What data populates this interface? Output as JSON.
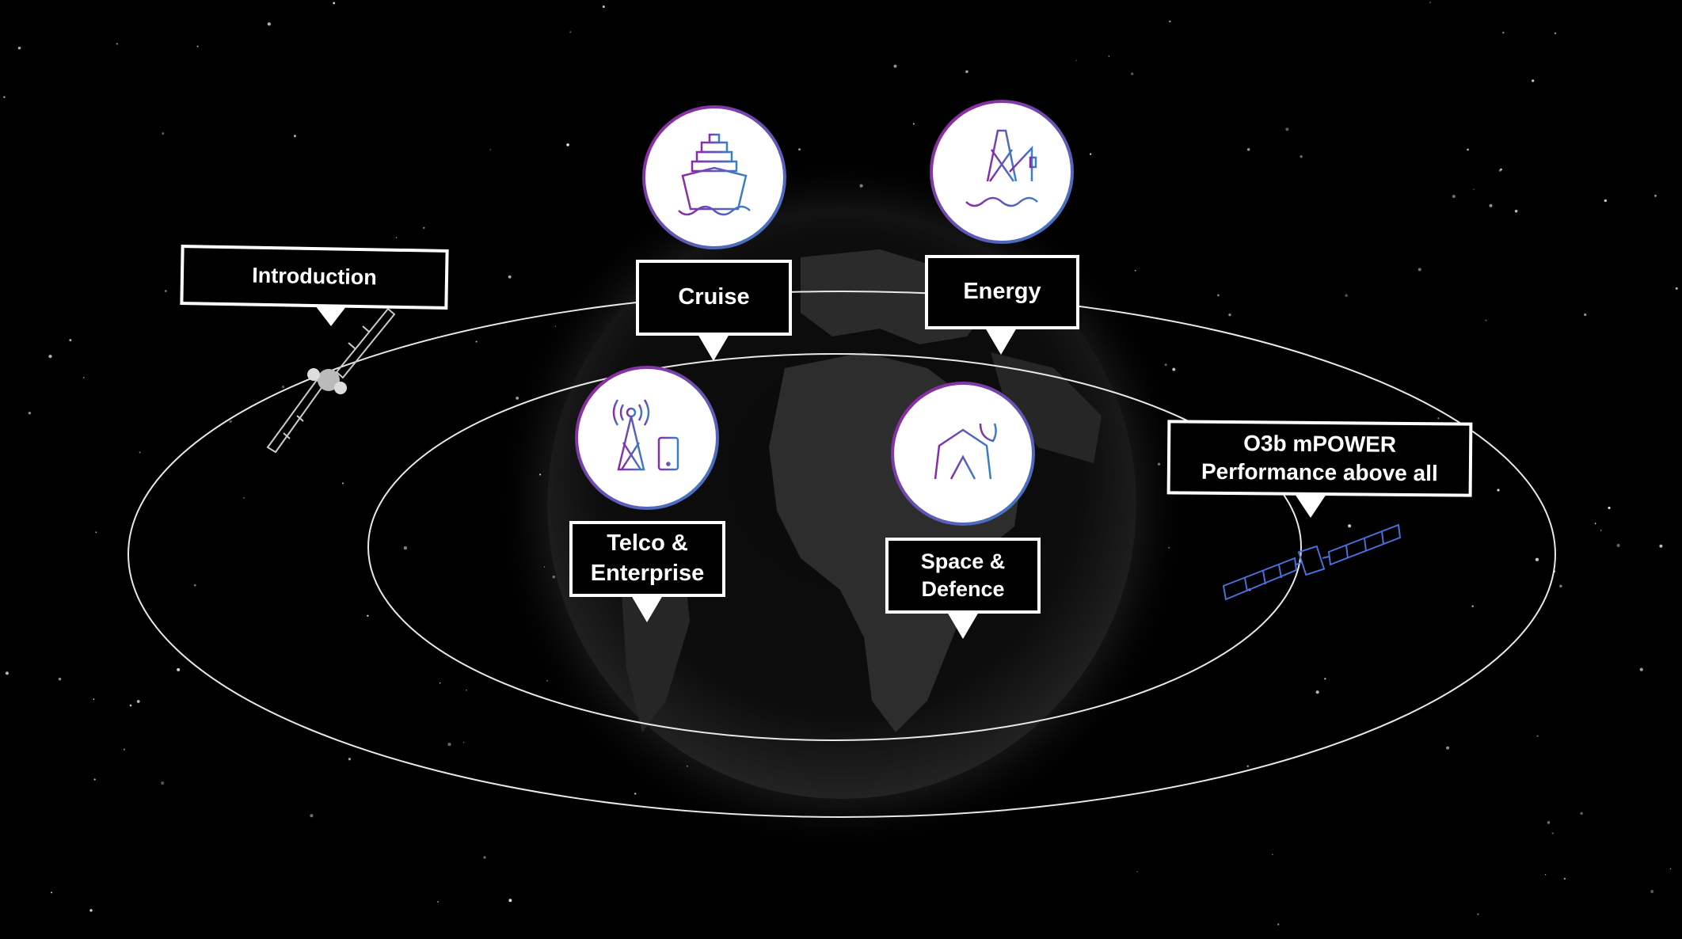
{
  "nodes": {
    "introduction": {
      "label": "Introduction"
    },
    "cruise": {
      "label": "Cruise",
      "icon": "cruise-ship-icon"
    },
    "energy": {
      "label": "Energy",
      "icon": "oil-rig-icon"
    },
    "telco": {
      "label_line1": "Telco &",
      "label_line2": "Enterprise",
      "icon": "cell-tower-phone-icon"
    },
    "space": {
      "label_line1": "Space &",
      "label_line2": "Defence",
      "icon": "field-tent-satellite-dish-icon"
    },
    "o3b": {
      "label_line1": "O3b mPOWER",
      "label_line2": "Performance above all"
    }
  },
  "colors": {
    "background": "#000000",
    "icon_gradient_start": "#9a1f9a",
    "icon_gradient_end": "#3a7fc8",
    "satellite_blue": "#4a6fd8"
  }
}
